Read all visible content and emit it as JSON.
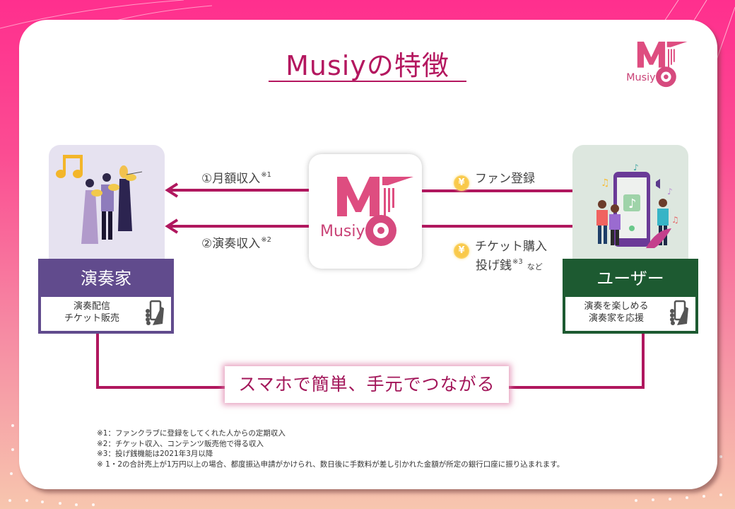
{
  "slide": {
    "title": "Musiyの特徴",
    "brand": {
      "logo_text": "Musiy",
      "primary_color": "#b0175e",
      "logo_color": "#de4d80"
    },
    "performer": {
      "title": "演奏家",
      "desc_line1": "演奏配信",
      "desc_line2": "チケット販売",
      "color": "#614b8d",
      "image": "musicians-illustration"
    },
    "user": {
      "title": "ユーザー",
      "desc_line1": "演奏を楽しめる",
      "desc_line2": "演奏家を応援",
      "color": "#1d5a31",
      "image": "smartphone-fans-illustration"
    },
    "income_flows": [
      {
        "label": "①月額収入",
        "note": "※1"
      },
      {
        "label": "②演奏収入",
        "note": "※2"
      }
    ],
    "user_flows": [
      {
        "icon": "yen-coin-icon",
        "label": "ファン登録"
      },
      {
        "icon": "yen-coin-icon",
        "label": "チケット購入",
        "label2": "投げ銭",
        "note": "※3",
        "suffix": "など"
      }
    ],
    "slogan": "スマホで簡単、手元でつながる",
    "footnotes": [
      "※1：ファンクラブに登録をしてくれた人からの定期収入",
      "※2：チケット収入、コンテンツ販売他で得る収入",
      "※3：投げ銭機能は2021年3月以降",
      "※ 1・2の合計売上が1万円以上の場合、都度振込申請がかけられ、数日後に手数料が差し引かれた金額が所定の銀行口座に振り込まれます。"
    ]
  }
}
